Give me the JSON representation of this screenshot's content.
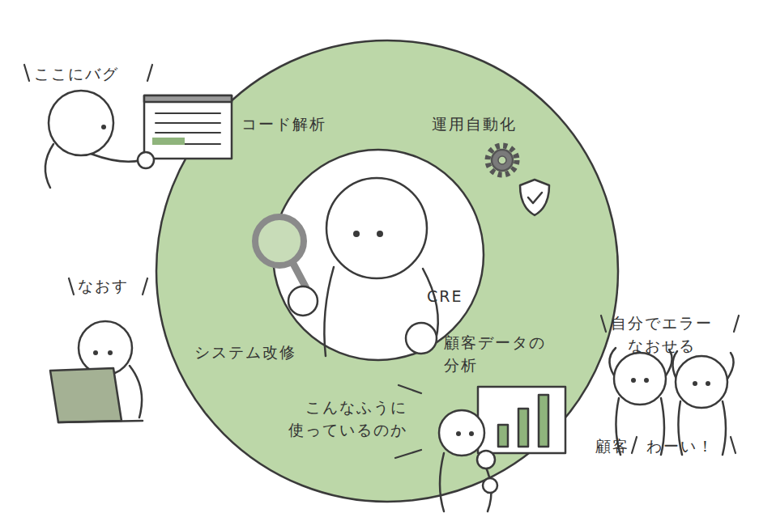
{
  "diagram": {
    "nodes": [
      {
        "text": [
          "コード解析",
          "運用自動化",
          "システム改修",
          "顧客データの 分析"
        ]
      },
      {
        "text": [
          "CRE"
        ],
        "in": 0
      }
    ],
    "labels": [
      "ここにバグ",
      "なおす",
      "こんなふうに 使っているのか",
      "自分でエラー なおせる",
      "顧客",
      "わーい！"
    ]
  }
}
